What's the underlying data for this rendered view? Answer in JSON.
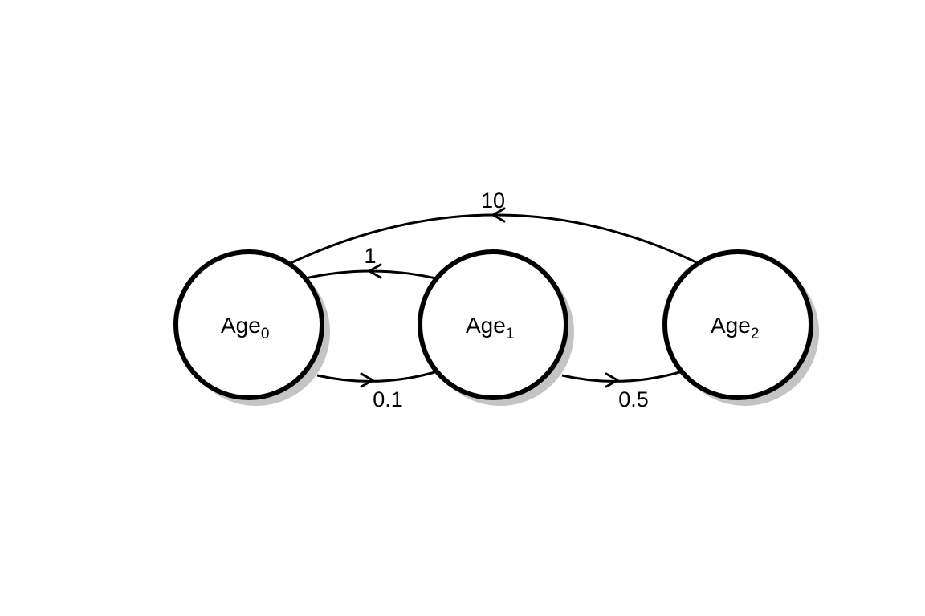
{
  "nodes": [
    {
      "name": "Age",
      "subscript": "0"
    },
    {
      "name": "Age",
      "subscript": "1"
    },
    {
      "name": "Age",
      "subscript": "2"
    }
  ],
  "edges": [
    {
      "from": "Age0",
      "to": "Age1",
      "label": "0.1"
    },
    {
      "from": "Age1",
      "to": "Age0",
      "label": "1"
    },
    {
      "from": "Age1",
      "to": "Age2",
      "label": "0.5"
    },
    {
      "from": "Age2",
      "to": "Age0",
      "label": "10"
    }
  ]
}
